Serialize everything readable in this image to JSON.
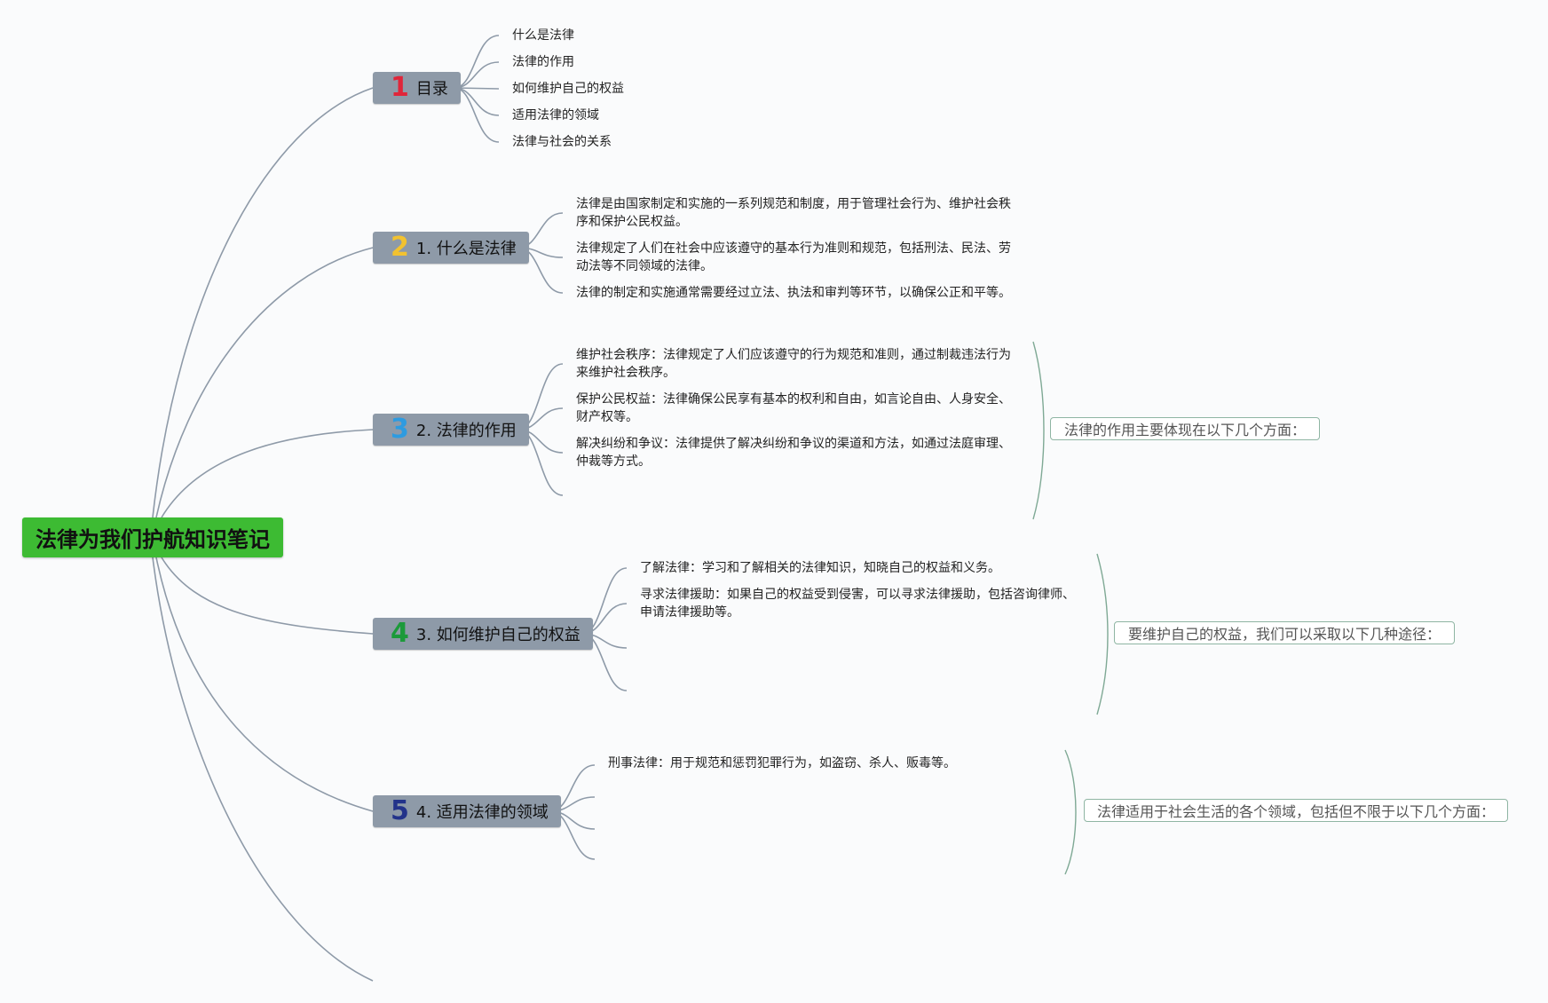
{
  "root": {
    "title": "法律为我们护航知识笔记"
  },
  "colors": {
    "root_bg": "#3dbb33",
    "branch_bg": "#8e9aa8",
    "line": "#8e9aa8",
    "summary_bracket": "#7fa995",
    "num1": "#e0263a",
    "num2": "#f2c230",
    "num3": "#2e9be0",
    "num4": "#1c9a3a",
    "num5": "#23338a"
  },
  "branches": [
    {
      "num": "1",
      "label": "目录",
      "leaves": [
        "什么是法律",
        "法律的作用",
        "如何维护自己的权益",
        "适用法律的领域",
        "法律与社会的关系"
      ]
    },
    {
      "num": "2",
      "label": "1. 什么是法律",
      "leaves": [
        "法律是由国家制定和实施的一系列规范和制度，用于管理社会行为、维护社会秩序和保护公民权益。",
        "法律规定了人们在社会中应该遵守的基本行为准则和规范，包括刑法、民法、劳动法等不同领域的法律。",
        "法律的制定和实施通常需要经过立法、执法和审判等环节，以确保公正和平等。"
      ]
    },
    {
      "num": "3",
      "label": "2. 法律的作用",
      "leaves": [
        "维护社会秩序：法律规定了人们应该遵守的行为规范和准则，通过制裁违法行为来维护社会秩序。",
        "保护公民权益：法律确保公民享有基本的权利和自由，如言论自由、人身安全、财产权等。",
        "解决纠纷和争议：法律提供了解决纠纷和争议的渠道和方法，如通过法庭审理、仲裁等方式。"
      ],
      "summary": "法律的作用主要体现在以下几个方面："
    },
    {
      "num": "4",
      "label": "3. 如何维护自己的权益",
      "leaves": [
        "了解法律：学习和了解相关的法律知识，知晓自己的权益和义务。",
        "寻求法律援助：如果自己的权益受到侵害，可以寻求法律援助，包括咨询律师、申请法律援助等。"
      ],
      "summary": "要维护自己的权益，我们可以采取以下几种途径："
    },
    {
      "num": "5",
      "label": "4. 适用法律的领域",
      "leaves": [
        "刑事法律：用于规范和惩罚犯罪行为，如盗窃、杀人、贩毒等。"
      ],
      "summary": "法律适用于社会生活的各个领域，包括但不限于以下几个方面："
    }
  ]
}
